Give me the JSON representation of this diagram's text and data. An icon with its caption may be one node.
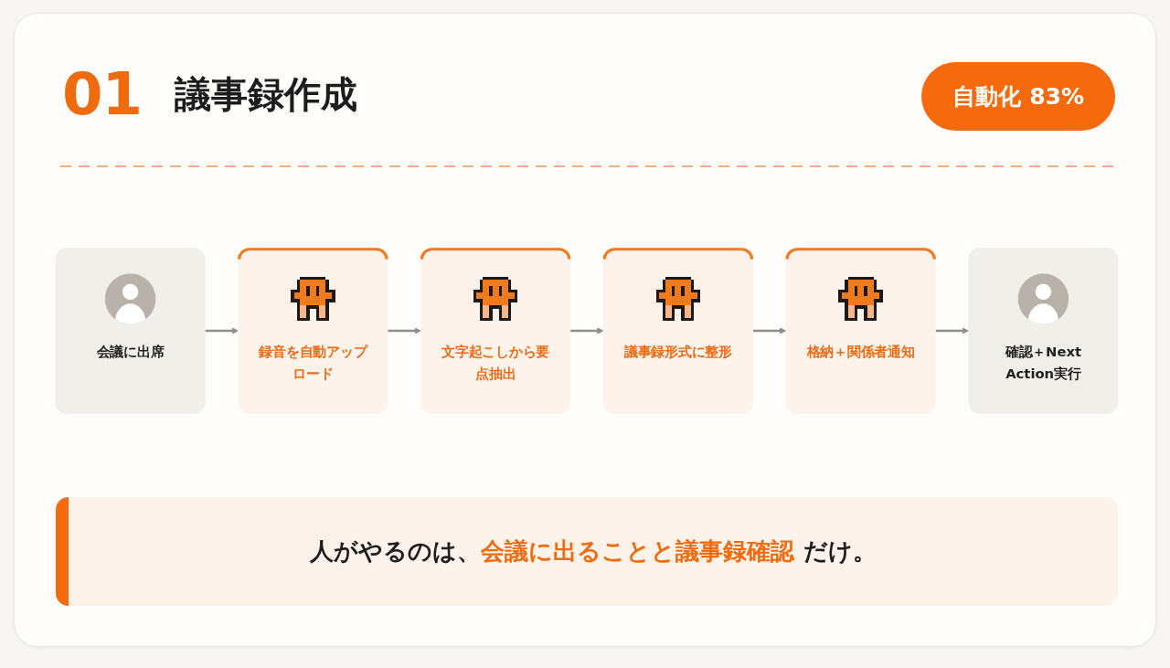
{
  "diagram": {
    "title": "議事録作成",
    "nodes": [
      {
        "text": [
          "会議に出席"
        ]
      },
      {
        "text": [
          "録音を自動アップロード"
        ]
      },
      {
        "text": [
          "文字起こしから要点抽出"
        ]
      },
      {
        "text": [
          "議事録形式に整形"
        ]
      },
      {
        "text": [
          "格納＋関係者通知"
        ]
      },
      {
        "text": [
          "確認＋Next Action実行"
        ]
      }
    ],
    "edges": [
      {
        "from": 0,
        "to": 1,
        "arrow": "to"
      },
      {
        "from": 1,
        "to": 2,
        "arrow": "to"
      },
      {
        "from": 2,
        "to": 3,
        "arrow": "to"
      },
      {
        "from": 3,
        "to": 4,
        "arrow": "to"
      },
      {
        "from": 4,
        "to": 5,
        "arrow": "to"
      }
    ],
    "labels": [
      "01",
      "自動化 83%",
      "人がやるのは、**会議に出ることと議事録確認** だけ。"
    ]
  }
}
